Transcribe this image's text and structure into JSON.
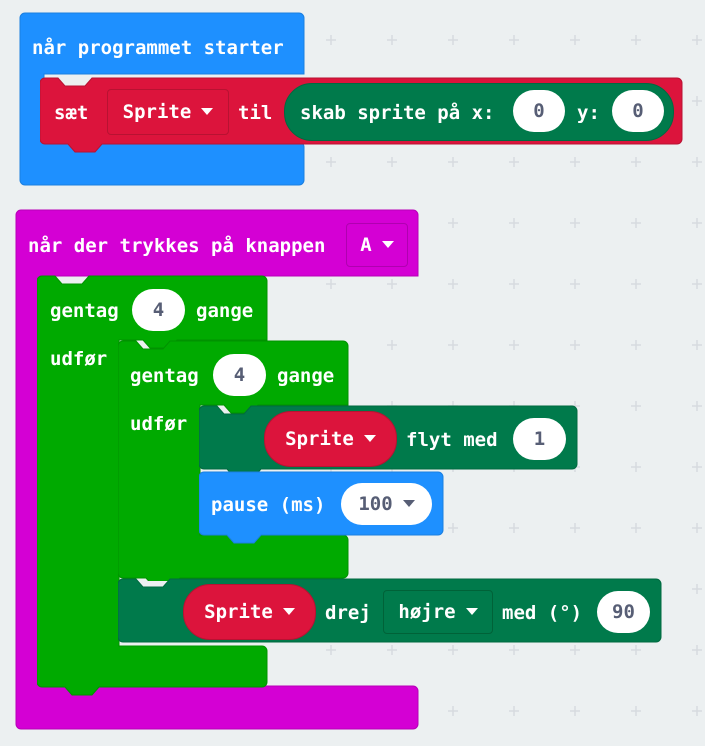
{
  "workspace": {
    "background": "#ecf0f1"
  },
  "colors": {
    "basic": "#1e90ff",
    "variables": "#dc143c",
    "game": "#007a4b",
    "input": "#d400d4",
    "loops": "#00aa00",
    "value_text": "#575e75"
  },
  "on_start": {
    "hat_label": "når programmet starter",
    "set_label": "sæt",
    "variable": "Sprite",
    "to_label": "til",
    "create_label": "skab sprite på x:",
    "x_value": "0",
    "y_label": "y:",
    "y_value": "0"
  },
  "on_button": {
    "hat_label": "når der trykkes på knappen",
    "button": "A",
    "outer_repeat": {
      "repeat_label": "gentag",
      "times": "4",
      "times_label": "gange",
      "do_label": "udfør"
    },
    "inner_repeat": {
      "repeat_label": "gentag",
      "times": "4",
      "times_label": "gange",
      "do_label": "udfør"
    },
    "move": {
      "variable": "Sprite",
      "label": "flyt med",
      "value": "1"
    },
    "pause": {
      "label": "pause (ms)",
      "value": "100"
    },
    "turn": {
      "variable": "Sprite",
      "label": "drej",
      "direction": "højre",
      "by_label": "med (°)",
      "value": "90"
    }
  }
}
